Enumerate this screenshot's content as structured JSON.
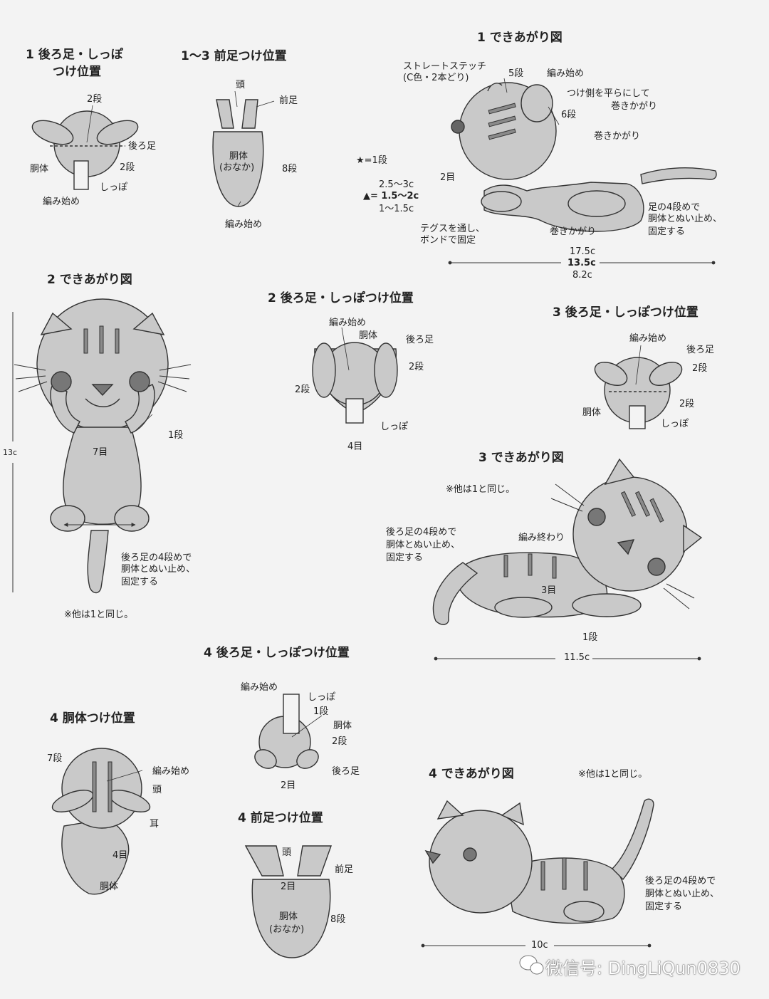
{
  "sections": {
    "s1_tail": {
      "title_l1": "1 後ろ足・しっぽ",
      "title_l2": "つけ位置",
      "row2": "2段",
      "leg": "後ろ足",
      "body": "胴体",
      "row2b": "2段",
      "tail": "しっぽ",
      "start": "編み始め"
    },
    "s13_front": {
      "title": "1〜3 前足つけ位置",
      "head": "頭",
      "front": "前足",
      "body_l1": "胴体",
      "body_l2": "(おなか)",
      "row8": "8段",
      "start": "編み始め"
    },
    "s1_done": {
      "title": "1 できあがり図",
      "stitch_l1": "ストレートステッチ",
      "stitch_l2": "(C色・2本どり)",
      "row5": "5段",
      "start": "編み始め",
      "flat_l1": "つけ側を平らにして",
      "flat_l2": "巻きかがり",
      "row6": "6段",
      "whip1": "巻きかがり",
      "legend_star": "★=1段",
      "m1": "2.5〜3c",
      "m2": "▲= 1.5〜2c",
      "m3": "1〜1.5c",
      "row2": "2目",
      "attach_l1": "足の4段めで",
      "attach_l2": "胴体とぬい止め、",
      "attach_l3": "固定する",
      "tegus_l1": "テグスを通し、",
      "tegus_l2": "ボンドで固定",
      "whip2": "巻きかがり",
      "dim1": "17.5c",
      "dim2": "13.5c",
      "dim3": "8.2c"
    },
    "s2_done": {
      "title": "2 できあがり図",
      "height": "13c",
      "row1": "1段",
      "st7": "7目",
      "attach_l1": "後ろ足の4段めで",
      "attach_l2": "胴体とぬい止め、",
      "attach_l3": "固定する",
      "note": "※他は1と同じ。"
    },
    "s2_tail": {
      "title": "2 後ろ足・しっぽつけ位置",
      "start": "編み始め",
      "body": "胴体",
      "leg": "後ろ足",
      "row2a": "2段",
      "row2b": "2段",
      "tail": "しっぽ",
      "st4": "4目"
    },
    "s3_tail": {
      "title": "3 後ろ足・しっぽつけ位置",
      "start": "編み始め",
      "leg": "後ろ足",
      "row2a": "2段",
      "body": "胴体",
      "row2b": "2段",
      "tail": "しっぽ"
    },
    "s3_done": {
      "title": "3 できあがり図",
      "note": "※他は1と同じ。",
      "attach_l1": "後ろ足の4段めで",
      "attach_l2": "胴体とぬい止め、",
      "attach_l3": "固定する",
      "end": "編み終わり",
      "st3": "3目",
      "row1": "1段",
      "dim": "11.5c"
    },
    "s4_tail": {
      "title": "4 後ろ足・しっぽつけ位置",
      "start": "編み始め",
      "tail": "しっぽ",
      "row1": "1段",
      "body": "胴体",
      "row2": "2段",
      "leg": "後ろ足",
      "st2": "2目"
    },
    "s4_body": {
      "title": "4 胴体つけ位置",
      "row7": "7段",
      "start": "編み始め",
      "head": "頭",
      "ear": "耳",
      "st4": "4目",
      "body": "胴体"
    },
    "s4_front": {
      "title": "4 前足つけ位置",
      "head": "頭",
      "front": "前足",
      "st2": "2目",
      "body_l1": "胴体",
      "body_l2": "(おなか)",
      "row8": "8段"
    },
    "s4_done": {
      "title": "4 できあがり図",
      "note": "※他は1と同じ。",
      "attach_l1": "後ろ足の4段めで",
      "attach_l2": "胴体とぬい止め、",
      "attach_l3": "固定する",
      "dim": "10c"
    }
  },
  "watermark": {
    "text": "微信号: DingLiQun0830",
    "icon": "wechat-logo-icon"
  },
  "colors": {
    "fill": "#c9c9c9",
    "stroke": "#333333",
    "stripe": "#8a8a8a",
    "paper": "#f3f3f3"
  }
}
